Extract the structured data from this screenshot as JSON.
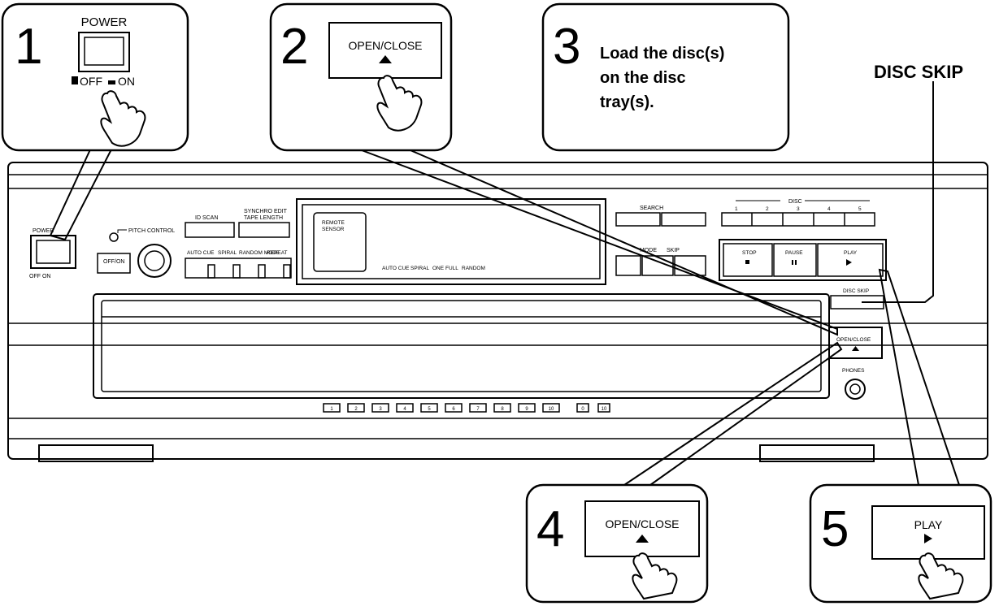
{
  "steps": {
    "s1": {
      "number": "1",
      "power_label": "POWER",
      "off_label": "OFF",
      "on_label": "ON"
    },
    "s2": {
      "number": "2",
      "button_label": "OPEN/CLOSE"
    },
    "s3": {
      "number": "3",
      "text_lines": [
        "Load the disc(s)",
        "on the disc",
        "tray(s)."
      ]
    },
    "s4": {
      "number": "4",
      "button_label": "OPEN/CLOSE"
    },
    "s5": {
      "number": "5",
      "button_label": "PLAY"
    }
  },
  "disc_skip_callout": "DISC SKIP",
  "player": {
    "power": "POWER",
    "power_off_on": "OFF  ON",
    "pitch_control": "PITCH CONTROL",
    "off_on": "OFF/ON",
    "id_scan": "ID SCAN",
    "synchro_line1": "SYNCHRO EDIT",
    "synchro_line2": "TAPE LENGTH",
    "mode_buttons": [
      "AUTO CUE",
      "SPIRAL",
      "RANDOM MODE",
      "REPEAT"
    ],
    "remote_line1": "REMOTE",
    "remote_line2": "SENSOR",
    "display_labels": [
      "AUTO CUE",
      "SPIRAL",
      "ONE",
      "FULL",
      "RANDOM"
    ],
    "search": "SEARCH",
    "skip": "SKIP",
    "prog_mode": "MODE",
    "disc": "DISC",
    "disc_numbers": [
      "1",
      "2",
      "3",
      "4",
      "5"
    ],
    "stop": "STOP",
    "pause": "PAUSE",
    "play": "PLAY",
    "disc_skip": "DISC SKIP",
    "open_close": "OPEN/CLOSE",
    "phones": "PHONES",
    "number_keys": [
      "1",
      "2",
      "3",
      "4",
      "5",
      "6",
      "7",
      "8",
      "9",
      "10",
      "0",
      "10"
    ]
  }
}
